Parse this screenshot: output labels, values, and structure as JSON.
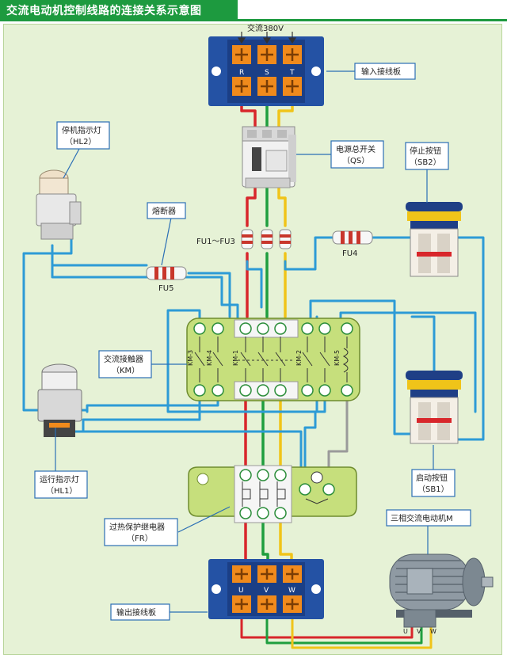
{
  "title": "交流电动机控制线路的连接关系示意图",
  "input_supply": "交流380V",
  "labels": {
    "input_terminal": "输入接线板",
    "qs": [
      "电源总开关",
      "（QS）"
    ],
    "hl2": [
      "停机指示灯",
      "（HL2）"
    ],
    "sb2": [
      "停止按钮",
      "（SB2）"
    ],
    "fuse_title": "熔断器",
    "fu1_fu3": "FU1～FU3",
    "fu4": "FU4",
    "fu5": "FU5",
    "km": [
      "交流接触器",
      "（KM）"
    ],
    "hl1": [
      "运行指示灯",
      "（HL1）"
    ],
    "sb1": [
      "启动按钮",
      "（SB1）"
    ],
    "fr": [
      "过热保护继电器",
      "（FR）"
    ],
    "motor": "三相交流电动机M",
    "output_terminal": "输出接线板"
  },
  "terminal_tags": {
    "input": [
      "R",
      "S",
      "T"
    ],
    "output": [
      "U",
      "V",
      "W"
    ],
    "motor": [
      "U",
      "V",
      "W"
    ]
  },
  "km_tags": [
    "KM-3",
    "KM-4",
    "KM-1",
    "KM-2",
    "KM-5"
  ],
  "colors": {
    "header": "#1d9a3f",
    "background": "#e6f2d6",
    "wire_red": "#d8262b",
    "wire_green": "#1f9e3e",
    "wire_yellow": "#f0c419",
    "wire_blue": "#2d9bd6",
    "wire_gray": "#9a9a9a",
    "board": "#c6df7c",
    "terminal_block": "#2452a4",
    "terminal_screw": "#f08a1c",
    "label_border": "#2b6fb5"
  }
}
